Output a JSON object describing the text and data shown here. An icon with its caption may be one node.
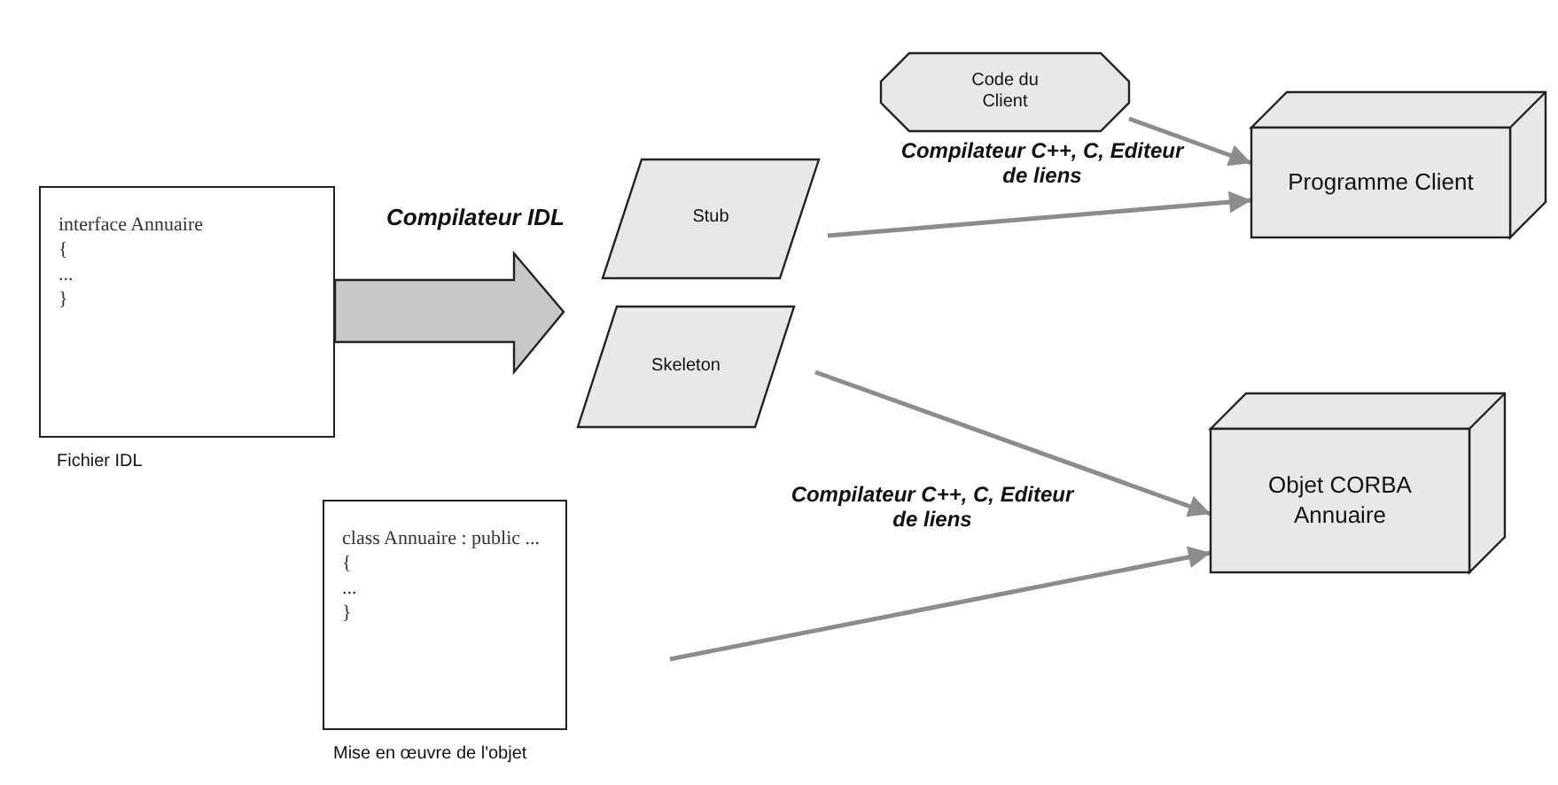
{
  "diagram": {
    "nodes": [
      {
        "text": [
          "interface Annuaire",
          "{",
          "...",
          "}"
        ],
        "beside": [
          "Fichier IDL"
        ]
      },
      {
        "text": [
          "Code du Client"
        ]
      },
      {
        "text": [
          "Stub"
        ]
      },
      {
        "text": [
          "Skeleton"
        ]
      },
      {
        "text": [
          "Programme Client"
        ]
      },
      {
        "text": [
          "Objet CORBA Annuaire"
        ]
      },
      {
        "text": [
          "class Annuaire : public ...",
          "{",
          "...",
          "}"
        ],
        "beside": [
          "Mise en œuvre de l'objet"
        ]
      }
    ],
    "edges": [
      {
        "from": 0,
        "to": null,
        "arrow": "to",
        "style": "thick",
        "label": "Compilateur IDL"
      },
      {
        "from": 1,
        "to": 4,
        "arrow": "to"
      },
      {
        "from": 2,
        "to": 4,
        "arrow": "to"
      },
      {
        "from": 3,
        "to": 5,
        "arrow": "to"
      },
      {
        "from": 6,
        "to": 5,
        "arrow": "to"
      }
    ],
    "labels": [
      "Compilateur C++, C, Editeur de liens",
      "Compilateur C++, C, Editeur de liens"
    ]
  }
}
